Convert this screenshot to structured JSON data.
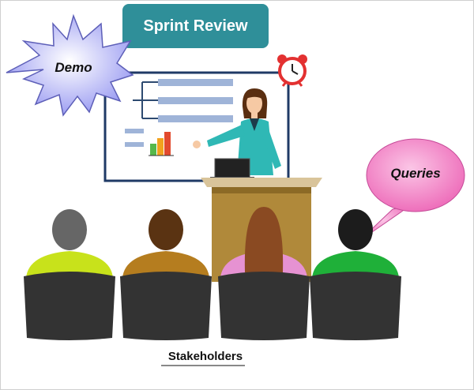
{
  "title": "Sprint Review",
  "demo_label": "Demo",
  "queries_label": "Queries",
  "footer_label": "Stakeholders",
  "colors": {
    "title_bg": "#2f8f99",
    "demo_burst": "#b7b8f4",
    "queries_bubble": "#f37fc3",
    "podium": "#b0893a",
    "presenter_top": "#2fb8b5",
    "chart_bars": [
      "#56b84a",
      "#f2a21e",
      "#e24a2e"
    ]
  },
  "audience": [
    {
      "hair": "#666666",
      "shirt": "#c8e21b"
    },
    {
      "hair": "#5a3312",
      "shirt": "#b57d1f"
    },
    {
      "hair": "#8a4a22",
      "shirt": "#e692d2"
    },
    {
      "hair": "#1c1c1c",
      "shirt": "#1fb039"
    }
  ]
}
